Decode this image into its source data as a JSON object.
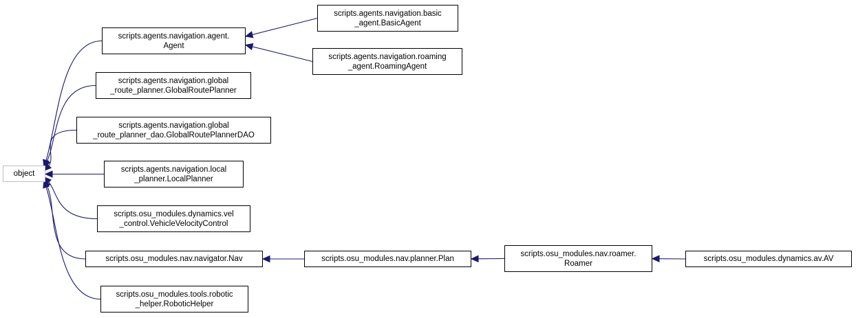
{
  "diagram": {
    "colors": {
      "edge": "#191970",
      "node_border": "#000000",
      "base_border": "#bfbfbf"
    },
    "nodes": [
      {
        "id": "object",
        "lines": [
          "object"
        ]
      },
      {
        "id": "agent",
        "lines": [
          "scripts.agents.navigation.agent.",
          "Agent"
        ]
      },
      {
        "id": "basic_agent",
        "lines": [
          "scripts.agents.navigation.basic",
          "_agent.BasicAgent"
        ]
      },
      {
        "id": "roaming_agent",
        "lines": [
          "scripts.agents.navigation.roaming",
          "_agent.RoamingAgent"
        ]
      },
      {
        "id": "global_route_planner",
        "lines": [
          "scripts.agents.navigation.global",
          "_route_planner.GlobalRoutePlanner"
        ]
      },
      {
        "id": "global_route_planner_dao",
        "lines": [
          "scripts.agents.navigation.global",
          "_route_planner_dao.GlobalRoutePlannerDAO"
        ]
      },
      {
        "id": "local_planner",
        "lines": [
          "scripts.agents.navigation.local",
          "_planner.LocalPlanner"
        ]
      },
      {
        "id": "vehicle_velocity_control",
        "lines": [
          "scripts.osu_modules.dynamics.vel",
          "_control.VehicleVelocityControl"
        ]
      },
      {
        "id": "nav",
        "lines": [
          "scripts.osu_modules.nav.navigator.Nav"
        ]
      },
      {
        "id": "plan",
        "lines": [
          "scripts.osu_modules.nav.planner.Plan"
        ]
      },
      {
        "id": "roamer",
        "lines": [
          "scripts.osu_modules.nav.roamer.",
          "Roamer"
        ]
      },
      {
        "id": "av",
        "lines": [
          "scripts.osu_modules.dynamics.av.AV"
        ]
      },
      {
        "id": "robotic_helper",
        "lines": [
          "scripts.osu_modules.tools.robotic",
          "_helper.RoboticHelper"
        ]
      }
    ],
    "edges": [
      {
        "from": "agent",
        "to": "object"
      },
      {
        "from": "global_route_planner",
        "to": "object"
      },
      {
        "from": "global_route_planner_dao",
        "to": "object"
      },
      {
        "from": "local_planner",
        "to": "object"
      },
      {
        "from": "vehicle_velocity_control",
        "to": "object"
      },
      {
        "from": "nav",
        "to": "object"
      },
      {
        "from": "robotic_helper",
        "to": "object"
      },
      {
        "from": "basic_agent",
        "to": "agent"
      },
      {
        "from": "roaming_agent",
        "to": "agent"
      },
      {
        "from": "plan",
        "to": "nav"
      },
      {
        "from": "roamer",
        "to": "plan"
      },
      {
        "from": "av",
        "to": "roamer"
      }
    ]
  }
}
